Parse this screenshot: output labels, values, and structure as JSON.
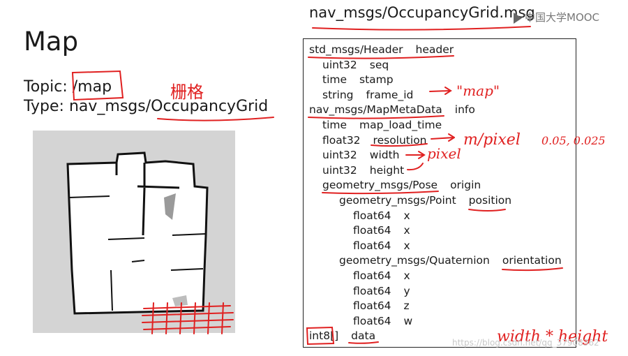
{
  "slide": {
    "title": "Map",
    "topic_label": "Topic: ",
    "topic_value": "/map",
    "type_label": "Type: ",
    "type_prefix": "nav_msgs/",
    "type_value": "OccupancyGrid"
  },
  "message": {
    "title": "nav_msgs/OccupancyGrid.msg",
    "rows": [
      {
        "type": "std_msgs/Header",
        "name": "header",
        "level": 0
      },
      {
        "type": "uint32",
        "name": "seq",
        "level": 1
      },
      {
        "type": "time",
        "name": "stamp",
        "level": 1
      },
      {
        "type": "string",
        "name": "frame_id",
        "level": 1
      },
      {
        "type": "nav_msgs/MapMetaData",
        "name": "info",
        "level": 0
      },
      {
        "type": "time",
        "name": "map_load_time",
        "level": 1
      },
      {
        "type": "float32",
        "name": "resolution",
        "level": 1
      },
      {
        "type": "uint32",
        "name": "width",
        "level": 1
      },
      {
        "type": "uint32",
        "name": "height",
        "level": 1
      },
      {
        "type": "geometry_msgs/Pose",
        "name": "origin",
        "level": 1
      },
      {
        "type": "geometry_msgs/Point",
        "name": "position",
        "level": 2
      },
      {
        "type": "float64",
        "name": "x",
        "level": 3
      },
      {
        "type": "float64",
        "name": "x",
        "level": 3
      },
      {
        "type": "float64",
        "name": "x",
        "level": 3
      },
      {
        "type": "geometry_msgs/Quaternion",
        "name": "orientation",
        "level": 2
      },
      {
        "type": "float64",
        "name": "x",
        "level": 3
      },
      {
        "type": "float64",
        "name": "y",
        "level": 3
      },
      {
        "type": "float64",
        "name": "z",
        "level": 3
      },
      {
        "type": "float64",
        "name": "w",
        "level": 3
      },
      {
        "type": "int8[]",
        "name": "data",
        "level": 0
      }
    ]
  },
  "annotations": {
    "grid_note": "栅格",
    "frame_id_note": "\"map\"",
    "resolution_note": "m/pixel",
    "resolution_values": "0.05, 0.025",
    "width_note": "pixel",
    "data_note": "width * height"
  },
  "watermark": "https://blog.csdn.net/qq_37908362",
  "logo": "中国大学MOOC",
  "colors": {
    "annotation": "#e02020",
    "map_background": "#d4d4d4"
  }
}
